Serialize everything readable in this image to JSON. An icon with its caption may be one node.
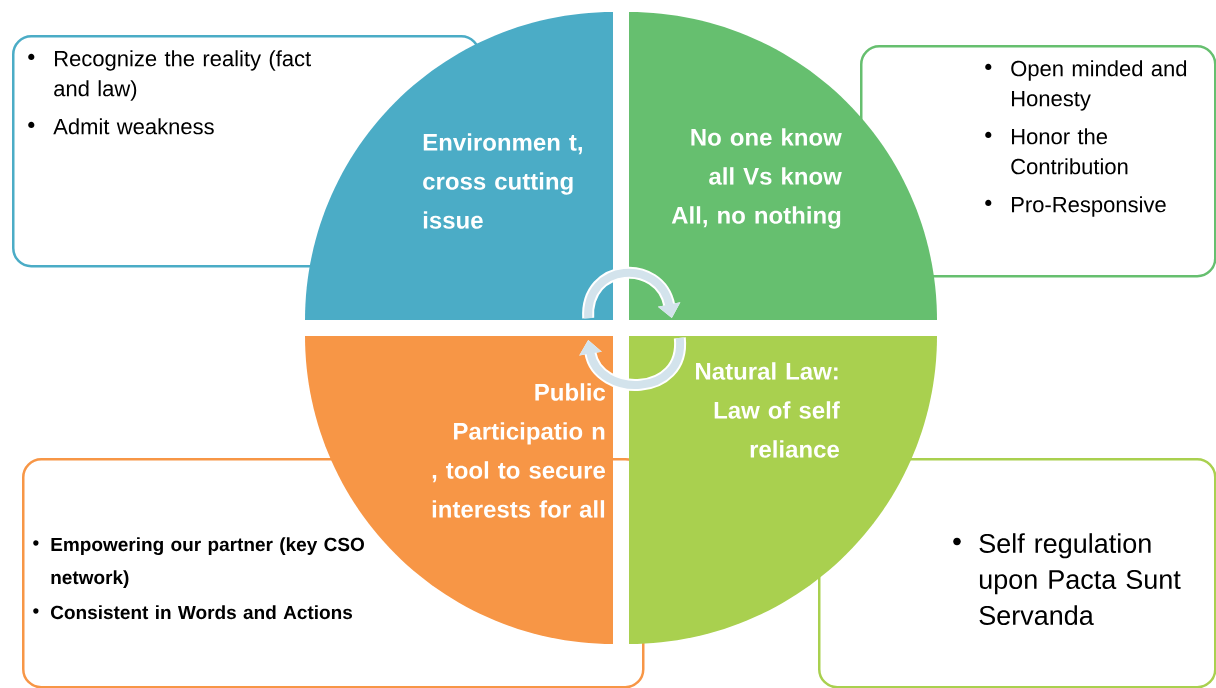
{
  "diagram": {
    "nodes": [
      {
        "text": [
          "Environmen t, cross cutting issue"
        ]
      },
      {
        "text": [
          "No one know all Vs know All, no nothing"
        ]
      },
      {
        "text": [
          "Public Participatio n , tool to secure interests for all"
        ]
      },
      {
        "text": [
          "Natural Law: Law of self reliance"
        ]
      },
      {
        "text": [
          "Recognize the reality (fact and law)",
          "Admit weakness"
        ]
      },
      {
        "text": [
          "Open minded and Honesty",
          "Honor the Contribution",
          "Pro-Responsive"
        ]
      },
      {
        "text": [
          "Empowering our partner (key CSO network)",
          "Consistent in Words and Actions"
        ]
      },
      {
        "text": [
          "Self regulation upon Pacta Sunt Servanda"
        ]
      }
    ],
    "edges": [
      {
        "from": 0,
        "to": 1,
        "arrow": "to"
      },
      {
        "from": 3,
        "to": 2,
        "arrow": "to"
      }
    ]
  }
}
